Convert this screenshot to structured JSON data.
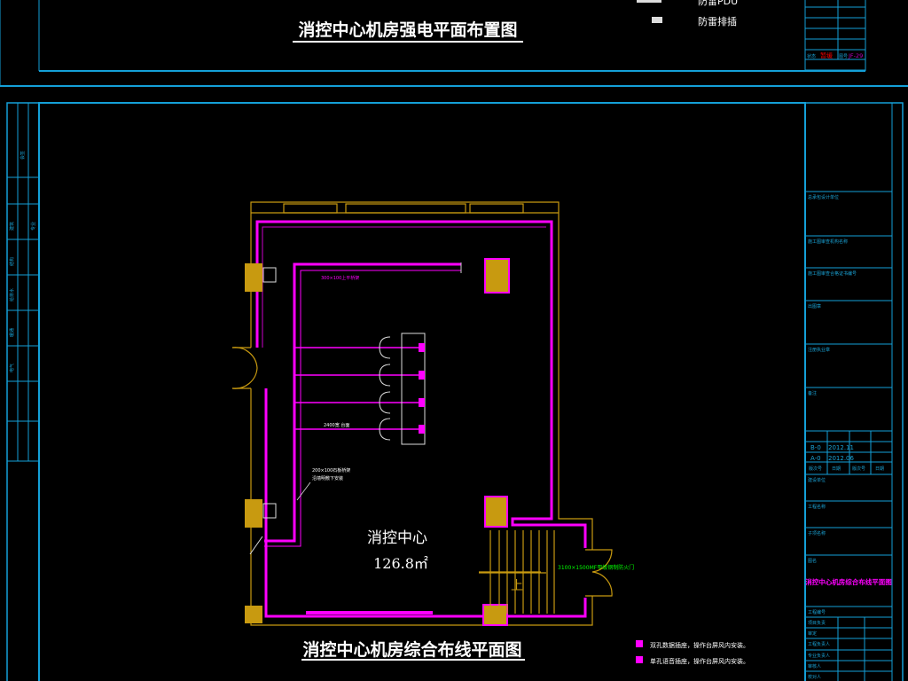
{
  "top_sheet": {
    "title": "消控中心机房强电平面布置图",
    "legend": [
      {
        "label": "防雷PDU"
      },
      {
        "label": "防雷排插"
      }
    ],
    "title_block": {
      "label_status": "状态",
      "status_value": "暂缓",
      "label_drawing_no": "图号",
      "drawing_no": "JF-29"
    }
  },
  "main_sheet": {
    "title": "消控中心机房综合布线平面图",
    "room_name": "消控中心",
    "room_area": "126.8㎡",
    "stair_label": "上",
    "annotations": {
      "tray_top": "300×100上平桥架",
      "desk": "2400宽 台面",
      "tray_side": "200×100石板桥架",
      "tray_side_2": "沿墙明敷下安装",
      "door": "3100×1500MF甲级钢制防火门"
    },
    "legend": [
      {
        "label": "双孔数据插座，操作台屏风内安装。"
      },
      {
        "label": "单孔语音插座，操作台屏风内安装。"
      }
    ],
    "title_block": {
      "sections": [
        "总承包设计单位",
        "施工图审查机构名称",
        "施工图审查合格证书编号",
        "出图章",
        "注册执业章",
        "备注"
      ],
      "revisions": [
        {
          "rev": "B-0",
          "date": "2012.11"
        },
        {
          "rev": "A-0",
          "date": "2012.06"
        }
      ],
      "rev_headers": [
        "版次号",
        "日期",
        "版次号",
        "日期"
      ],
      "project_sections": [
        "建设单位",
        "工程名称",
        "子项名称",
        "图名"
      ],
      "drawing_name": "消控中心机房综合布线平面图",
      "signatures": [
        "工程编号",
        "项目负责",
        "审定",
        "工程负责人",
        "专业负责人",
        "审核人",
        "校对人"
      ]
    },
    "left_strip": [
      "会签",
      "建筑",
      "结构",
      "给排水",
      "暖通",
      "电气",
      "专业"
    ]
  },
  "colors": {
    "frame": "#14a0d8",
    "wall": "#c89a10",
    "cable": "#ff00ff",
    "door_text": "#00ff00",
    "status": "#ff0000"
  }
}
